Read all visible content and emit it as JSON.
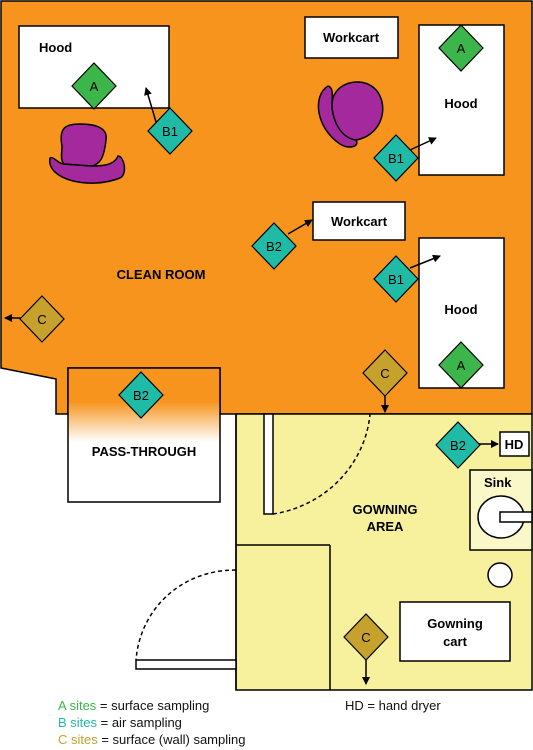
{
  "labels": {
    "clean_room": "CLEAN ROOM",
    "pass_through": "PASS-THROUGH",
    "gowning_area_line1": "GOWNING",
    "gowning_area_line2": "AREA",
    "hood": "Hood",
    "workcart": "Workcart",
    "sink": "Sink",
    "hd": "HD",
    "gowning_cart_line1": "Gowning",
    "gowning_cart_line2": "cart"
  },
  "sites": {
    "a": "A",
    "b1": "B1",
    "b2": "B2",
    "c": "C"
  },
  "legend": {
    "a_key": "A sites",
    "a_desc": " = surface sampling",
    "b_key": "B sites",
    "b_desc": " = air sampling",
    "c_key": "C sites",
    "c_desc": " = surface (wall) sampling",
    "hd_desc": "HD = hand dryer"
  },
  "colors": {
    "clean_room": "#F7941D",
    "gowning_area": "#F7F19E",
    "site_a": "#3CB54A",
    "site_b": "#1FBBA6",
    "site_c": "#C6A12C",
    "chair": "#A3299C"
  }
}
